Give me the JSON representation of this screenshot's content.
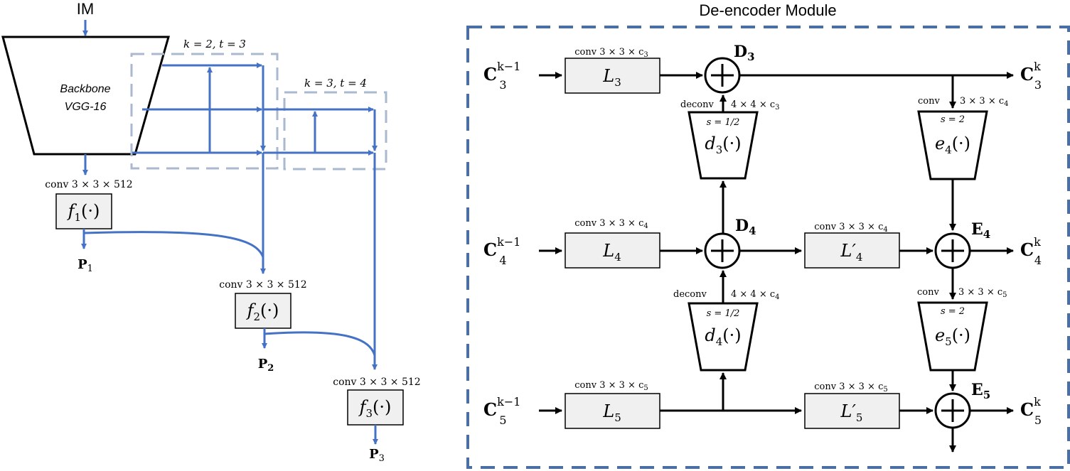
{
  "left": {
    "input_label": "IM",
    "backbone_line1": "Backbone",
    "backbone_line2": "VGG-16",
    "group1_label": "k = 2, t = 3",
    "group2_label": "k = 3, t = 4",
    "conv1": "conv 3 × 3 × 512",
    "conv2": "conv 3 × 3 × 512",
    "conv3": "conv 3 × 3 × 512",
    "f1": "f",
    "f1_sub": "1",
    "f2": "f",
    "f2_sub": "2",
    "f3": "f",
    "f3_sub": "3",
    "f_arg": "(·)",
    "p1": "P",
    "p1_sub": "1",
    "p2": "P",
    "p2_sub": "2",
    "p3": "P",
    "p3_sub": "3"
  },
  "right": {
    "title": "De-encoder Module",
    "conv_c3": "conv 3 × 3 × c",
    "conv_c3_sub": "3",
    "conv_c4": "conv 3 × 3 × c",
    "conv_c4_sub": "4",
    "conv_c5": "conv 3 × 3 × c",
    "conv_c5_sub": "5",
    "L": "L",
    "L3_sub": "3",
    "L4_sub": "4",
    "L5_sub": "5",
    "Lp4": "L′",
    "Lp5": "L′",
    "D3": "D",
    "D3_sub": "3",
    "D4": "D",
    "D4_sub": "4",
    "E4": "E",
    "E4_sub": "4",
    "E5": "E",
    "E5_sub": "5",
    "deconv": "deconv",
    "deconv_k3": "4 × 4 × c",
    "deconv_k3_sub": "3",
    "deconv_k4": "4 × 4 × c",
    "deconv_k4_sub": "4",
    "conv": "conv",
    "enc_k4": "3 × 3 × c",
    "enc_k4_sub": "4",
    "enc_k5": "3 × 3 × c",
    "enc_k5_sub": "5",
    "s_half": "s = 1/2",
    "s_two": "s = 2",
    "d": "d",
    "e": "e",
    "d3_sub": "3",
    "d4_sub": "4",
    "e4_sub": "4",
    "e5_sub": "5",
    "func_arg": "(·)",
    "C": "C",
    "in_sup": "k−1",
    "out_sup": "k",
    "c3_sub": "3",
    "c4_sub": "4",
    "c5_sub": "5"
  },
  "colors": {
    "blue": "#4472c4",
    "dash_gray": "#aab8d0",
    "dash_blue": "#4a6fa5",
    "box_fill": "#f0f0f0",
    "black": "#000000"
  }
}
